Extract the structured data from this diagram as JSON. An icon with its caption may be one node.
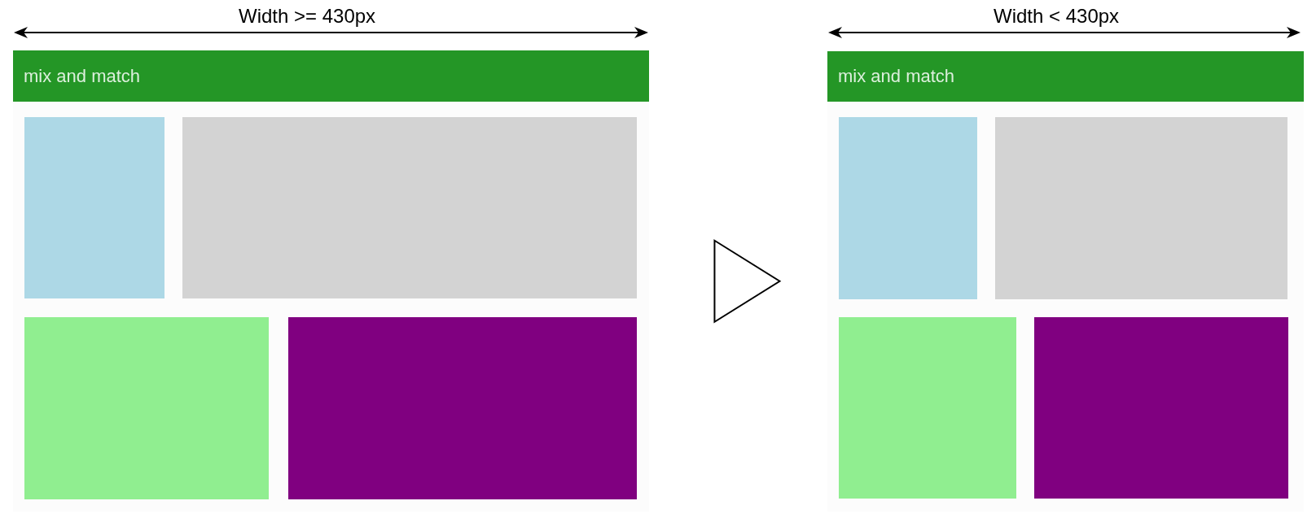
{
  "diagram": {
    "nodes": [
      {
        "text": [],
        "shape": "box"
      },
      {
        "text": [
          "mix and match"
        ],
        "in": 0
      },
      {
        "text": [],
        "shape": "box",
        "in": 0
      },
      {
        "text": [],
        "shape": "box",
        "in": 0
      },
      {
        "text": [],
        "shape": "box",
        "in": 0
      },
      {
        "text": [],
        "shape": "box",
        "in": 0
      },
      {
        "text": [],
        "shape": "box"
      },
      {
        "text": [
          "mix and match"
        ],
        "in": 6
      },
      {
        "text": [],
        "shape": "box",
        "in": 6
      },
      {
        "text": [],
        "shape": "box",
        "in": 6
      },
      {
        "text": [],
        "shape": "box",
        "in": 6
      },
      {
        "text": [],
        "shape": "box",
        "in": 6
      }
    ],
    "edges": [
      {
        "from": 0,
        "to": 6,
        "arrow": "to"
      }
    ],
    "labels": [
      "Width >= 430px",
      "Width < 430px"
    ]
  }
}
